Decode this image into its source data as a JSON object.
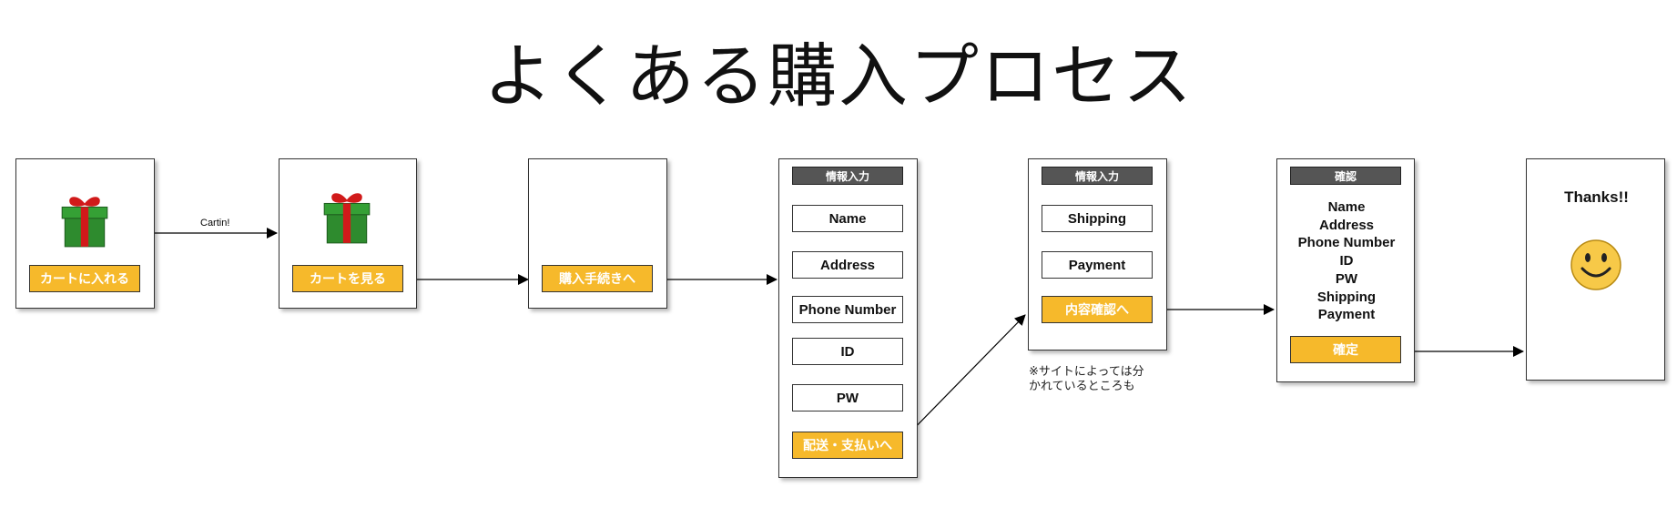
{
  "title": "よくある購入プロセス",
  "steps": [
    {
      "button": "カートに入れる"
    },
    {
      "button": "カートを見る"
    },
    {
      "button": "購入手続きへ"
    },
    {
      "header": "情報入力",
      "fields": [
        "Name",
        "Address",
        "Phone Number",
        "ID",
        "PW"
      ],
      "button": "配送・支払いへ"
    },
    {
      "header": "情報入力",
      "fields": [
        "Shipping",
        "Payment"
      ],
      "button": "内容確認へ",
      "note_line1": "※サイトによっては分",
      "note_line2": "かれているところも"
    },
    {
      "header": "確認",
      "items": [
        "Name",
        "Address",
        "Phone Number",
        "ID",
        "PW",
        "Shipping",
        "Payment"
      ],
      "button": "確定"
    },
    {
      "text": "Thanks!!"
    }
  ],
  "edges": {
    "cartin_label": "Cartin!"
  },
  "icons": [
    "gift-icon",
    "gift-icon",
    "smiley-icon"
  ],
  "colors": {
    "button": "#f6b92b",
    "header": "#555555",
    "gift_box": "#2e8b2e",
    "gift_ribbon": "#d11a1a",
    "smiley": "#f7c948"
  }
}
